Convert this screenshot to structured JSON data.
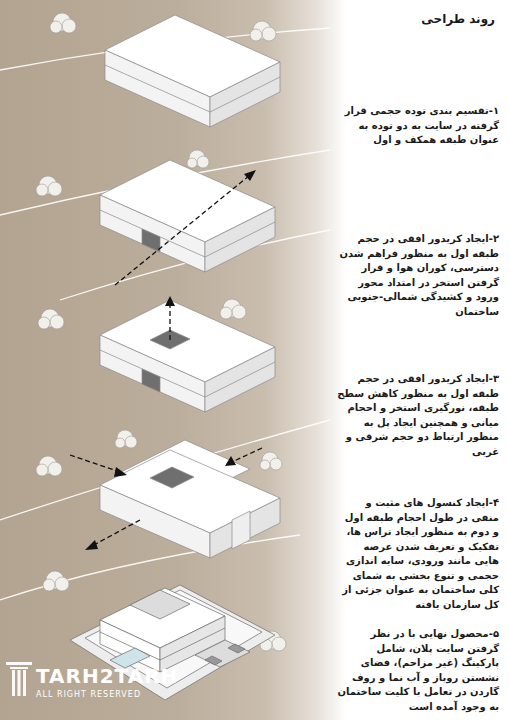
{
  "diagram": {
    "title": "روند طراحی",
    "labels": [
      "۱-تقسیم بندی توده حجمی قرار گرفته در سایت به دو توده به عنوان طبقه همکف و اول",
      "۲-ایجاد کریدور افقی در حجم طبقه اول به منظور فراهم شدن دسترسی، کوران هوا و قرار گرفتن استخر در امتداد محور ورود و کشیدگی شمالی-جنوبی ساختمان",
      "۳-ایجاد کریدور افقی در حجم طبقه اول به منظور کاهش سطح طبقه، نورگیری استخر و احجام میانی و همچنین ایجاد پل به منظور ارتباط دو حجم شرقی و غربی",
      "۴-ایجاد کنسول های مثبت و منفی در طول احجام طبقه اول و دوم به منظور ایجاد تراس ها، تفکیک و تعریف شدن عرصه هایی مانند ورودی، سایه اندازی حجمی و تنوع بخشی به شمای کلی ساختمان به عنوان جزئی از کل سازمان یافته",
      "۵-محصول نهایی با در نظر گرفتن سایت پلان، شامل پارکینگ (غیر مزاحم)، فضای نشستن روباز و آب نما و روف گاردن در تعامل با کلیت ساختمان به وجود آمده است",
      "TARH2TARH",
      "ALL RIGHT RESERVED"
    ]
  }
}
